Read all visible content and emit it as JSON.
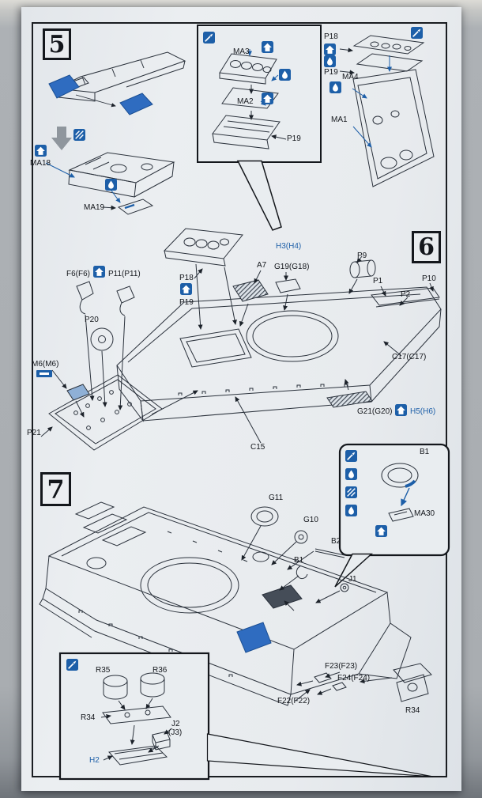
{
  "document": {
    "type": "plastic-model-assembly-instructions",
    "page_steps": [
      "5",
      "6",
      "7"
    ]
  },
  "colors": {
    "accent_blue": "#1d5fa8",
    "highlight_part_blue": "#2f6cc0",
    "paper": "#e9edf0",
    "ink": "#1c2026"
  },
  "icons": {
    "knife": "trim with hobby knife",
    "cement": "apply cement",
    "photo_etch": "photo-etched part",
    "attach": "attach as indicated",
    "down_arrow": "proceed to next view"
  },
  "step5": {
    "number": "5",
    "labels": {
      "ma18": "MA18",
      "ma19": "MA19"
    }
  },
  "engine_deck_inset": {
    "labels": {
      "ma3": "MA3",
      "ma2": "MA2",
      "p19": "P19"
    }
  },
  "rear_plate": {
    "labels": {
      "p18": "P18",
      "p19": "P19",
      "ma4": "MA4",
      "ma1": "MA1"
    }
  },
  "step6": {
    "number": "6",
    "labels": {
      "f6": "F6(F6)",
      "p11": "P11(P11)",
      "p18": "P18",
      "p19": "P19",
      "h3": "H3(H4)",
      "g19": "G19(G18)",
      "a7": "A7",
      "p9": "P9",
      "p1": "P1",
      "p2": "P2",
      "p10": "P10",
      "c17": "C17(C17)",
      "g21": "G21(G20)",
      "h5": "H5(H6)",
      "p20": "P20",
      "m6": "M6(M6)",
      "p21": "P21",
      "c15": "C15"
    }
  },
  "step7": {
    "number": "7",
    "labels": {
      "g11": "G11",
      "g10": "G10",
      "b2": "B2",
      "b1": "B1",
      "j1": "J1",
      "f23": "F23(F23)",
      "f24": "F24(F24)",
      "f22": "F22(F22)",
      "r34": "R34"
    }
  },
  "b1_inset": {
    "labels": {
      "b1": "B1",
      "ma30": "MA30"
    }
  },
  "rear_fender_inset": {
    "labels": {
      "r35": "R35",
      "r36": "R36",
      "r34": "R34",
      "j2": "J2",
      "j3": "(J3)",
      "h2": "H2"
    }
  }
}
